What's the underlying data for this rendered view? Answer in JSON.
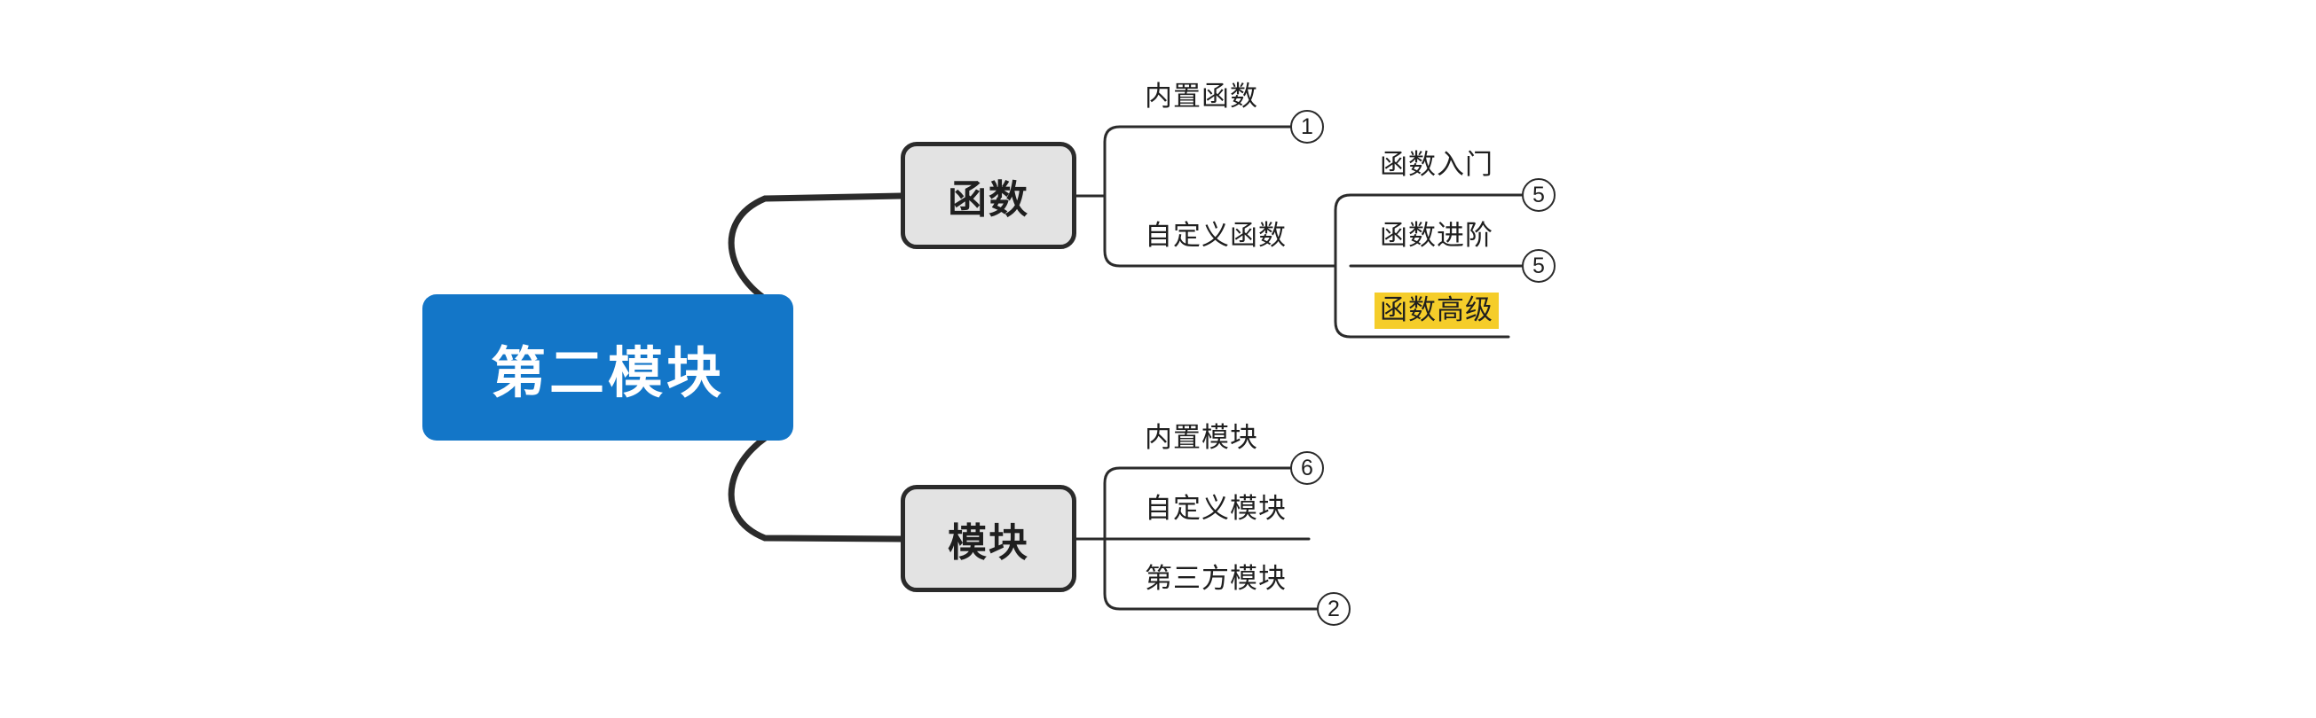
{
  "diagram": {
    "type": "mindmap",
    "title": "第二模块",
    "background_color": "#FFFFFF",
    "root": {
      "label": "第二模块",
      "fill_color": "#1376C8",
      "text_color": "#FFFFFF"
    },
    "branches": [
      {
        "label": "函数",
        "fill_color": "#E3E3E3",
        "border_color": "#2B2B2B",
        "children": [
          {
            "label": "内置函数",
            "badge": "1",
            "children": []
          },
          {
            "label": "自定义函数",
            "badge": "",
            "children": [
              {
                "label": "函数入门",
                "badge": "5",
                "highlight": false
              },
              {
                "label": "函数进阶",
                "badge": "5",
                "highlight": false
              },
              {
                "label": "函数高级",
                "badge": "",
                "highlight": true,
                "highlight_color": "#F5CD2A"
              }
            ]
          }
        ]
      },
      {
        "label": "模块",
        "fill_color": "#E3E3E3",
        "border_color": "#2B2B2B",
        "children": [
          {
            "label": "内置模块",
            "badge": "6",
            "children": []
          },
          {
            "label": "自定义模块",
            "badge": "",
            "children": []
          },
          {
            "label": "第三方模块",
            "badge": "2",
            "children": []
          }
        ]
      }
    ]
  }
}
